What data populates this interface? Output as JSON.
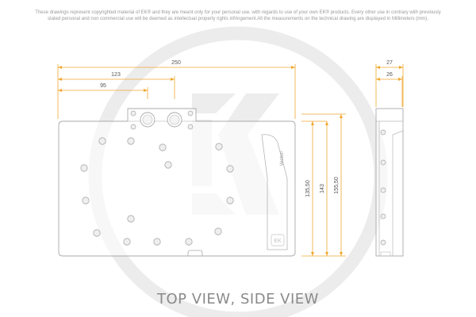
{
  "disclaimer": {
    "line1": "These drawings represent copyrighted material of EK® and they are meant only for your personal use, with regards to use of your own EK® products. Every other use in contrary with previously",
    "line2": "stated personal and non commercial use will be deemed as intellectual property rights infringement.All the measurements on the technical drawing are displayed in Millimeters (mm)."
  },
  "caption": "TOP VIEW, SIDE VIEW",
  "watermark": {
    "logo_letters": "EK"
  },
  "top_view": {
    "product_label": "Vector²",
    "corner_badge": "EK",
    "dimensions": {
      "width_overall": "250",
      "to_port_2": "123",
      "to_port_1": "95",
      "height_1": "135,50",
      "height_2": "143",
      "height_3": "155,50"
    }
  },
  "side_view": {
    "dimensions": {
      "depth_overall": "27",
      "depth_body": "26"
    }
  },
  "colors": {
    "dimension_line": "#f0a830",
    "outline": "#a9a9a9",
    "screw_fill": "#efefef",
    "watermark": "#ececec",
    "caption": "#8a8a8a",
    "disclaimer": "#9a9a9a"
  }
}
